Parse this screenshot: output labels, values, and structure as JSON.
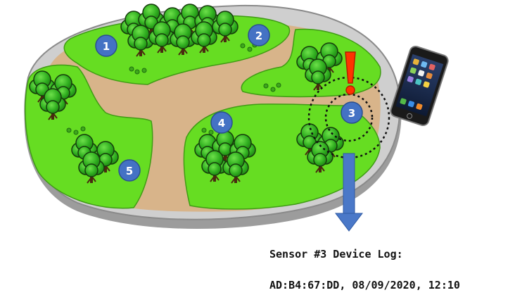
{
  "sensors": [
    {
      "label": "1"
    },
    {
      "label": "2"
    },
    {
      "label": "3"
    },
    {
      "label": "4"
    },
    {
      "label": "5"
    }
  ],
  "alert": {
    "symbol": "!"
  },
  "log": {
    "title": "Sensor #3 Device Log:",
    "entries": [
      "AD:B4:67:DD, 08/09/2020, 12:10"
    ]
  },
  "colors": {
    "grass": "#66dd22",
    "path": "#d8b48a",
    "base": "#b4b4b4",
    "sensor": "#4472c4",
    "alert": "#ff3300",
    "arrow": "#4a78c8",
    "tree": "#2fae1f"
  },
  "icons": [
    "tree-icon",
    "smartphone-icon",
    "exclamation-icon",
    "down-arrow-icon"
  ]
}
